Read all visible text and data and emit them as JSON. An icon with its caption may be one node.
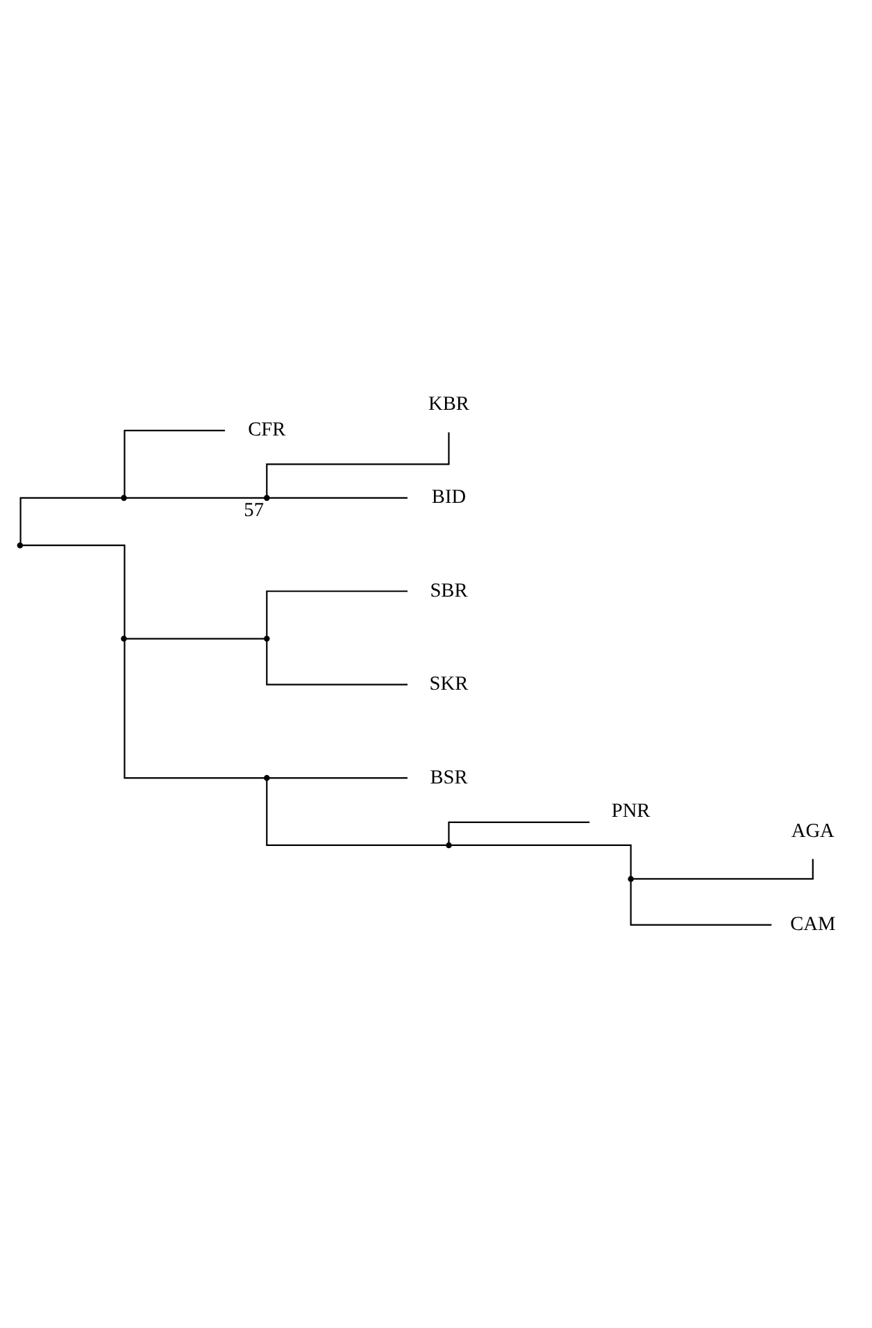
{
  "diagram": {
    "nodes": [
      {
        "text": [],
        "shape": "point"
      },
      {
        "text": [],
        "shape": "point"
      },
      {
        "text": [
          "CFR"
        ]
      },
      {
        "text": [],
        "shape": "point",
        "beside": [
          "57"
        ]
      },
      {
        "text": [
          "KBR"
        ]
      },
      {
        "text": [
          "BID"
        ]
      },
      {
        "text": [],
        "shape": "point"
      },
      {
        "text": [],
        "shape": "point"
      },
      {
        "text": [
          "SBR"
        ]
      },
      {
        "text": [
          "SKR"
        ]
      },
      {
        "text": [],
        "shape": "point"
      },
      {
        "text": [
          "BSR"
        ]
      },
      {
        "text": [],
        "shape": "point"
      },
      {
        "text": [
          "PNR"
        ]
      },
      {
        "text": [],
        "shape": "point"
      },
      {
        "text": [
          "AGA"
        ]
      },
      {
        "text": [
          "CAM"
        ]
      }
    ],
    "edges": [
      {
        "from": 0,
        "to": 1,
        "arrow": "none"
      },
      {
        "from": 1,
        "to": 2,
        "arrow": "none"
      },
      {
        "from": 1,
        "to": 3,
        "arrow": "none"
      },
      {
        "from": 3,
        "to": 4,
        "arrow": "none"
      },
      {
        "from": 3,
        "to": 5,
        "arrow": "none"
      },
      {
        "from": 0,
        "to": 6,
        "arrow": "none"
      },
      {
        "from": 6,
        "to": 7,
        "arrow": "none"
      },
      {
        "from": 7,
        "to": 8,
        "arrow": "none"
      },
      {
        "from": 7,
        "to": 9,
        "arrow": "none"
      },
      {
        "from": 6,
        "to": 10,
        "arrow": "none"
      },
      {
        "from": 10,
        "to": 11,
        "arrow": "none"
      },
      {
        "from": 10,
        "to": 12,
        "arrow": "none"
      },
      {
        "from": 12,
        "to": 13,
        "arrow": "none"
      },
      {
        "from": 12,
        "to": 14,
        "arrow": "none"
      },
      {
        "from": 14,
        "to": 15,
        "arrow": "none"
      },
      {
        "from": 14,
        "to": 16,
        "arrow": "none"
      }
    ]
  }
}
